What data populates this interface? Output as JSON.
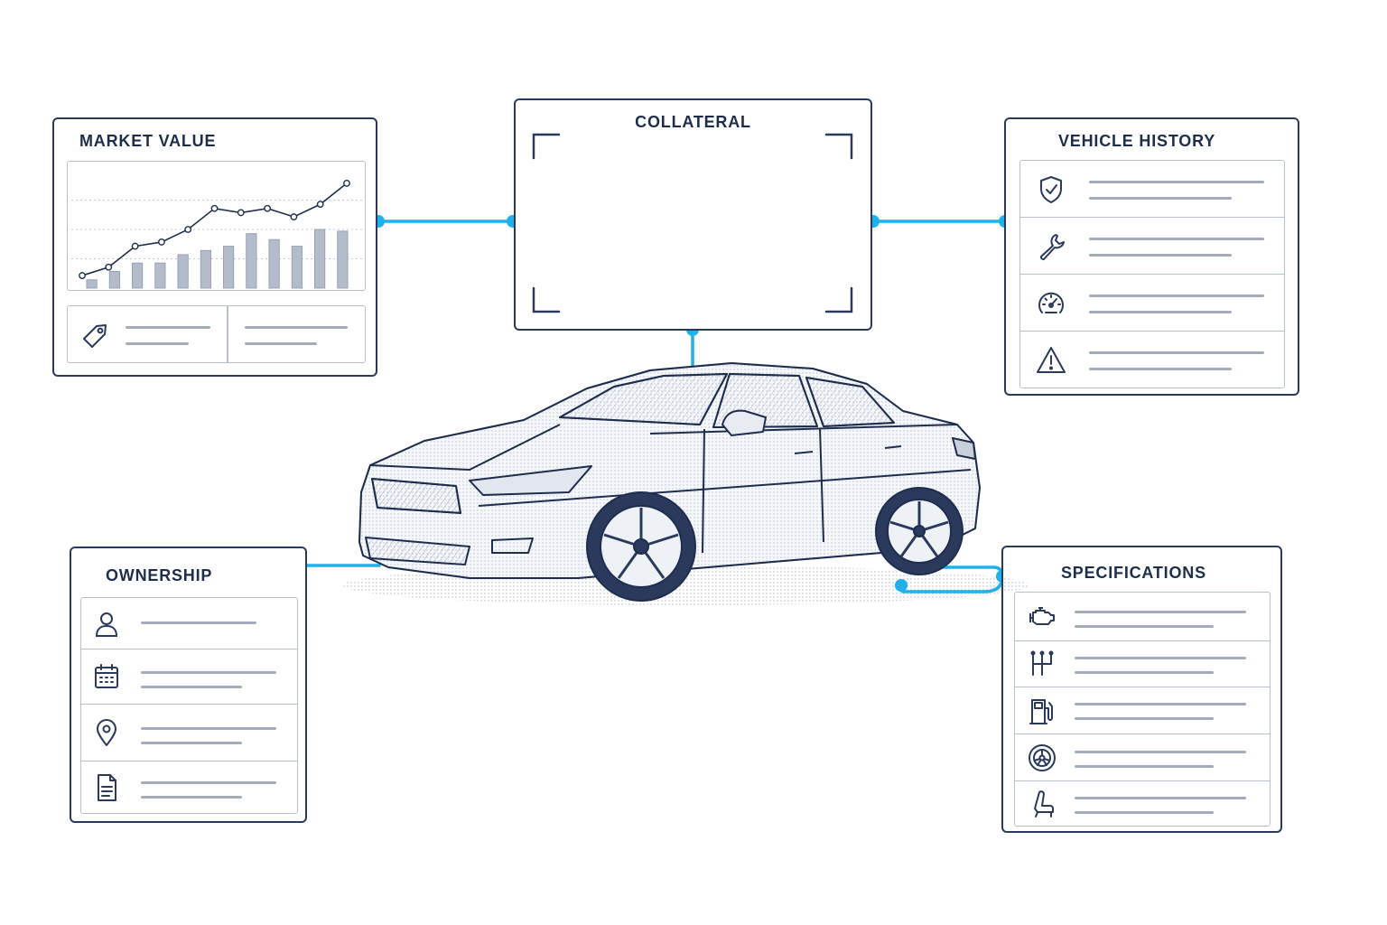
{
  "panels": {
    "market_value": {
      "title": "MARKET VALUE",
      "icons": [
        "price-tag-icon"
      ]
    },
    "collateral": {
      "title": "COLLATERAL"
    },
    "vehicle_history": {
      "title": "VEHICLE HISTORY",
      "icons": [
        "shield-check-icon",
        "wrench-icon",
        "speedometer-icon",
        "warning-triangle-icon"
      ]
    },
    "ownership": {
      "title": "OWNERSHIP",
      "icons": [
        "user-icon",
        "calendar-icon",
        "location-pin-icon",
        "document-icon"
      ]
    },
    "specifications": {
      "title": "SPECIFICATIONS",
      "icons": [
        "engine-icon",
        "gear-shift-icon",
        "fuel-pump-icon",
        "wheel-icon",
        "seat-icon"
      ]
    }
  },
  "chart_data": {
    "type": "bar",
    "bar_values": [
      1,
      2,
      3,
      3,
      4,
      4.5,
      5,
      6.5,
      5.8,
      5,
      7,
      6.8
    ],
    "line_values": [
      1.5,
      2.5,
      5,
      5.5,
      7,
      9.5,
      9,
      9.5,
      8.5,
      10,
      12.5
    ],
    "ylim": [
      0,
      14
    ],
    "grid": true
  },
  "colors": {
    "accent": "#1ab3ec",
    "ink": "#1f2d4d",
    "placeholder_line": "#a4abbb"
  }
}
